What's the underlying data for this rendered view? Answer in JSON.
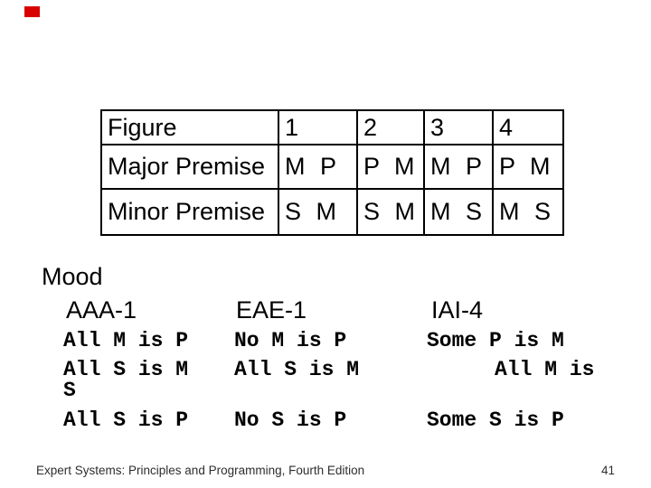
{
  "slide": {
    "background_color": "#ffffff",
    "accent_mark_color": "#d90000"
  },
  "figure_table": {
    "header": {
      "label": "Figure",
      "cols": [
        "1",
        "2",
        "3",
        "4"
      ]
    },
    "rows": [
      {
        "label": "Major Premise",
        "values": [
          "M P",
          "P M",
          "M P",
          "P M"
        ]
      },
      {
        "label": "Minor Premise",
        "values": [
          "S M",
          "S M",
          "M S",
          "M S"
        ]
      }
    ]
  },
  "mood": {
    "heading": "Mood",
    "columns": [
      "AAA-1",
      "EAE-1",
      "IAI-4"
    ],
    "syllogisms": {
      "line1": [
        "All M is P",
        "No M is P",
        "Some P is M"
      ],
      "line2": [
        "All S is M",
        "All S is M",
        "All M is"
      ],
      "line2_wrap": "S",
      "line3": [
        "All S is P",
        "No S is P",
        "Some S is P"
      ]
    }
  },
  "footer": {
    "book_title": "Expert Systems: Principles and Programming, Fourth Edition",
    "page_number": "41"
  }
}
